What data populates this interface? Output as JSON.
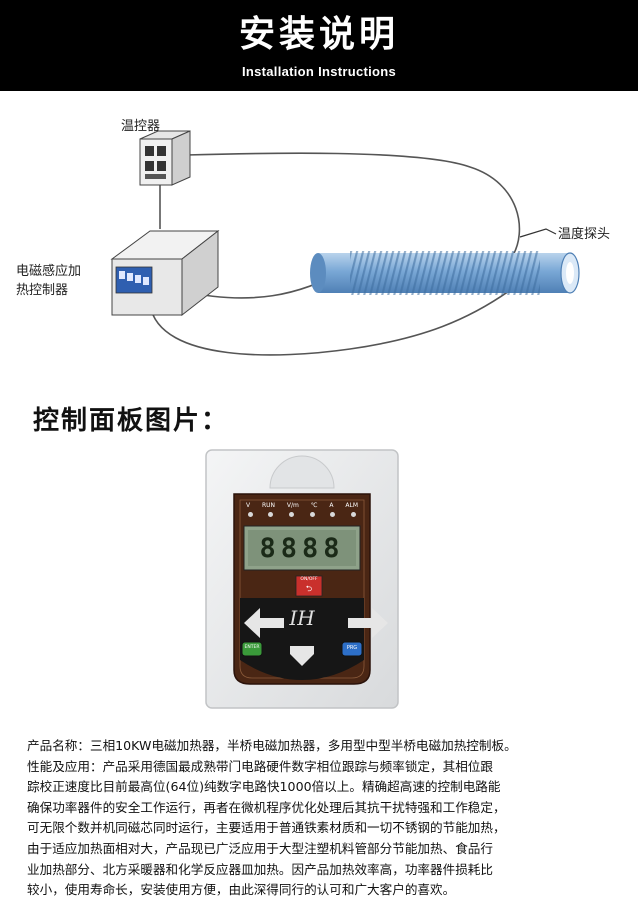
{
  "header": {
    "title_cn": "安装说明",
    "title_en": "Installation Instructions"
  },
  "diagram": {
    "thermostat_label": "温控器",
    "heater_label_line1": "电磁感应加",
    "heater_label_line2": "热控制器",
    "probe_label": "温度探头"
  },
  "panel_section": {
    "title": "控制面板图片："
  },
  "panel": {
    "indicators": [
      "V",
      "RUN",
      "V/m",
      "℃",
      "A",
      "ALM"
    ],
    "display": "8888",
    "onoff_label": "ON/OFF",
    "logo": "IH",
    "enter_label": "ENTER",
    "prg_label": "PRG"
  },
  "description": {
    "lines": [
      "产品名称：三相10KW电磁加热器，半桥电磁加热器，多用型中型半桥电磁加热控制板。",
      "性能及应用：产品采用德国最成熟带门电路硬件数字相位跟踪与频率锁定，其相位跟",
      "踪校正速度比目前最高位(64位)纯数字电路快1000倍以上。精确超高速的控制电路能",
      "确保功率器件的安全工作运行，再者在微机程序优化处理后其抗干扰特强和工作稳定，",
      "可无限个数并机同磁芯同时运行，主要适用于普通铁素材质和一切不锈钢的节能加热，",
      "由于适应加热面相对大，产品现已广泛应用于大型注塑机料管部分节能加热、食品行",
      "业加热部分、北方采暖器和化学反应器皿加热。因产品加热效率高，功率器件损耗比",
      "较小，使用寿命长，安装使用方便，由此深得同行的认可和广大客户的喜欢。"
    ]
  },
  "colors": {
    "header_bg": "#000000",
    "pipe_blue": "#6f9fcf",
    "panel_brown": "#4a2614",
    "display_green": "#8fa28a",
    "enter_green": "#3a9a3a",
    "prg_blue": "#2d6fc8"
  }
}
